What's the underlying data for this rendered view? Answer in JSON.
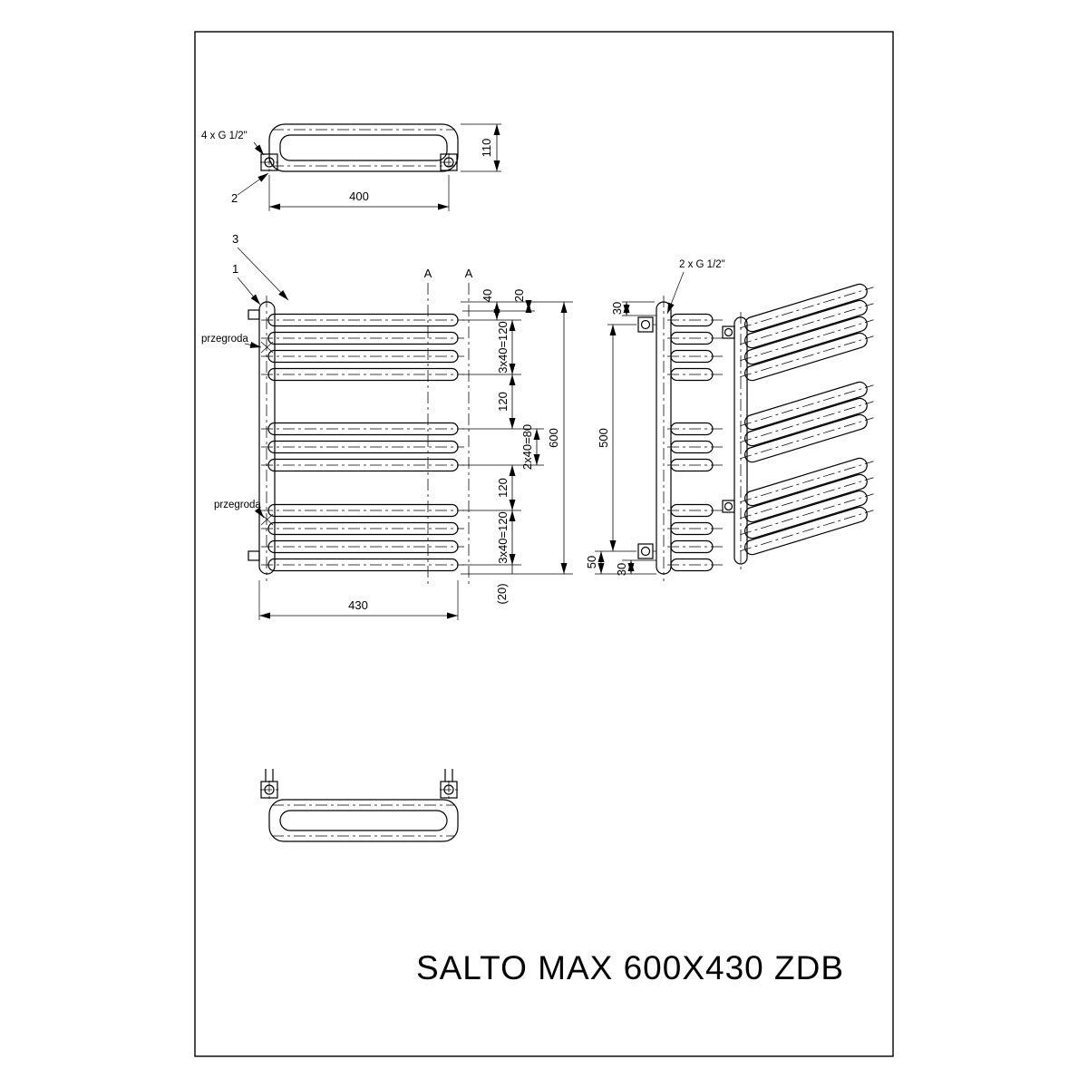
{
  "title": "SALTO MAX 600X430 ZDB",
  "top_view": {
    "connection_label": "4 x G 1/2\"",
    "part_number": "2",
    "width_dim": "400",
    "depth_dim": "110"
  },
  "front_view": {
    "part_number_tube": "3",
    "part_number_collector": "1",
    "partition_top": "przegroda",
    "partition_bottom": "przegroda",
    "section_mark_left": "A",
    "section_mark_right": "A",
    "dim_top_40": "40",
    "dim_top_20": "20",
    "dim_group_top": "3x40=120",
    "dim_gap_upper": "120",
    "dim_group_middle": "2x40=80",
    "dim_gap_lower": "120",
    "dim_group_bottom": "3x40=120",
    "dim_bottom_offset": "(20)",
    "dim_height": "600",
    "dim_width": "430"
  },
  "side_view": {
    "connection_label": "2 x G 1/2\"",
    "dim_top_30": "30",
    "dim_span_500": "500",
    "dim_bottom_50": "50",
    "dim_bottom_30": "30"
  }
}
